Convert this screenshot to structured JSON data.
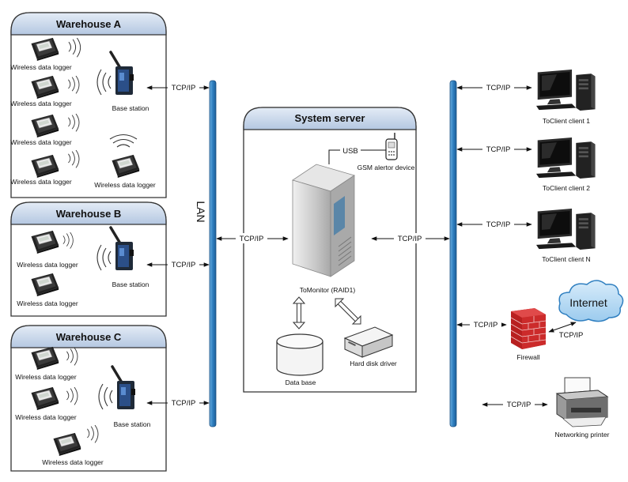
{
  "warehouses": [
    {
      "title": "Warehouse A",
      "loggers": [
        "Wireless data logger",
        "Wireless data logger",
        "Wireless data logger",
        "Wireless data logger",
        "Wireless data logger"
      ],
      "base_station": "Base station",
      "link": "TCP/IP"
    },
    {
      "title": "Warehouse B",
      "loggers": [
        "Wireless data logger",
        "Wireless data logger"
      ],
      "base_station": "Base station",
      "link": "TCP/IP"
    },
    {
      "title": "Warehouse C",
      "loggers": [
        "Wireless data logger",
        "Wireless data logger",
        "Wireless data logger"
      ],
      "base_station": "Base station",
      "link": "TCP/IP"
    }
  ],
  "lan_label": "LAN",
  "server": {
    "title": "System server",
    "usb_label": "USB",
    "gsm_label": "GSM alertor device",
    "monitor_label": "ToMonitor (RAID1)",
    "database_label": "Data base",
    "disk_label": "Hard disk driver",
    "left_link": "TCP/IP",
    "right_link": "TCP/IP"
  },
  "clients": [
    {
      "label": "ToClient client 1",
      "link": "TCP/IP"
    },
    {
      "label": "ToClient client 2",
      "link": "TCP/IP"
    },
    {
      "label": "ToClient client N",
      "link": "TCP/IP"
    }
  ],
  "firewall": {
    "label": "Firewall",
    "link": "TCP/IP",
    "internet_link": "TCP/IP"
  },
  "internet_label": "Internet",
  "printer": {
    "label": "Networking printer",
    "link": "TCP/IP"
  },
  "colors": {
    "box_header": "#c5d5ea",
    "bus": "#3c86c4",
    "firewall": "#cc2b2b",
    "cloud": "#4da0d8"
  }
}
